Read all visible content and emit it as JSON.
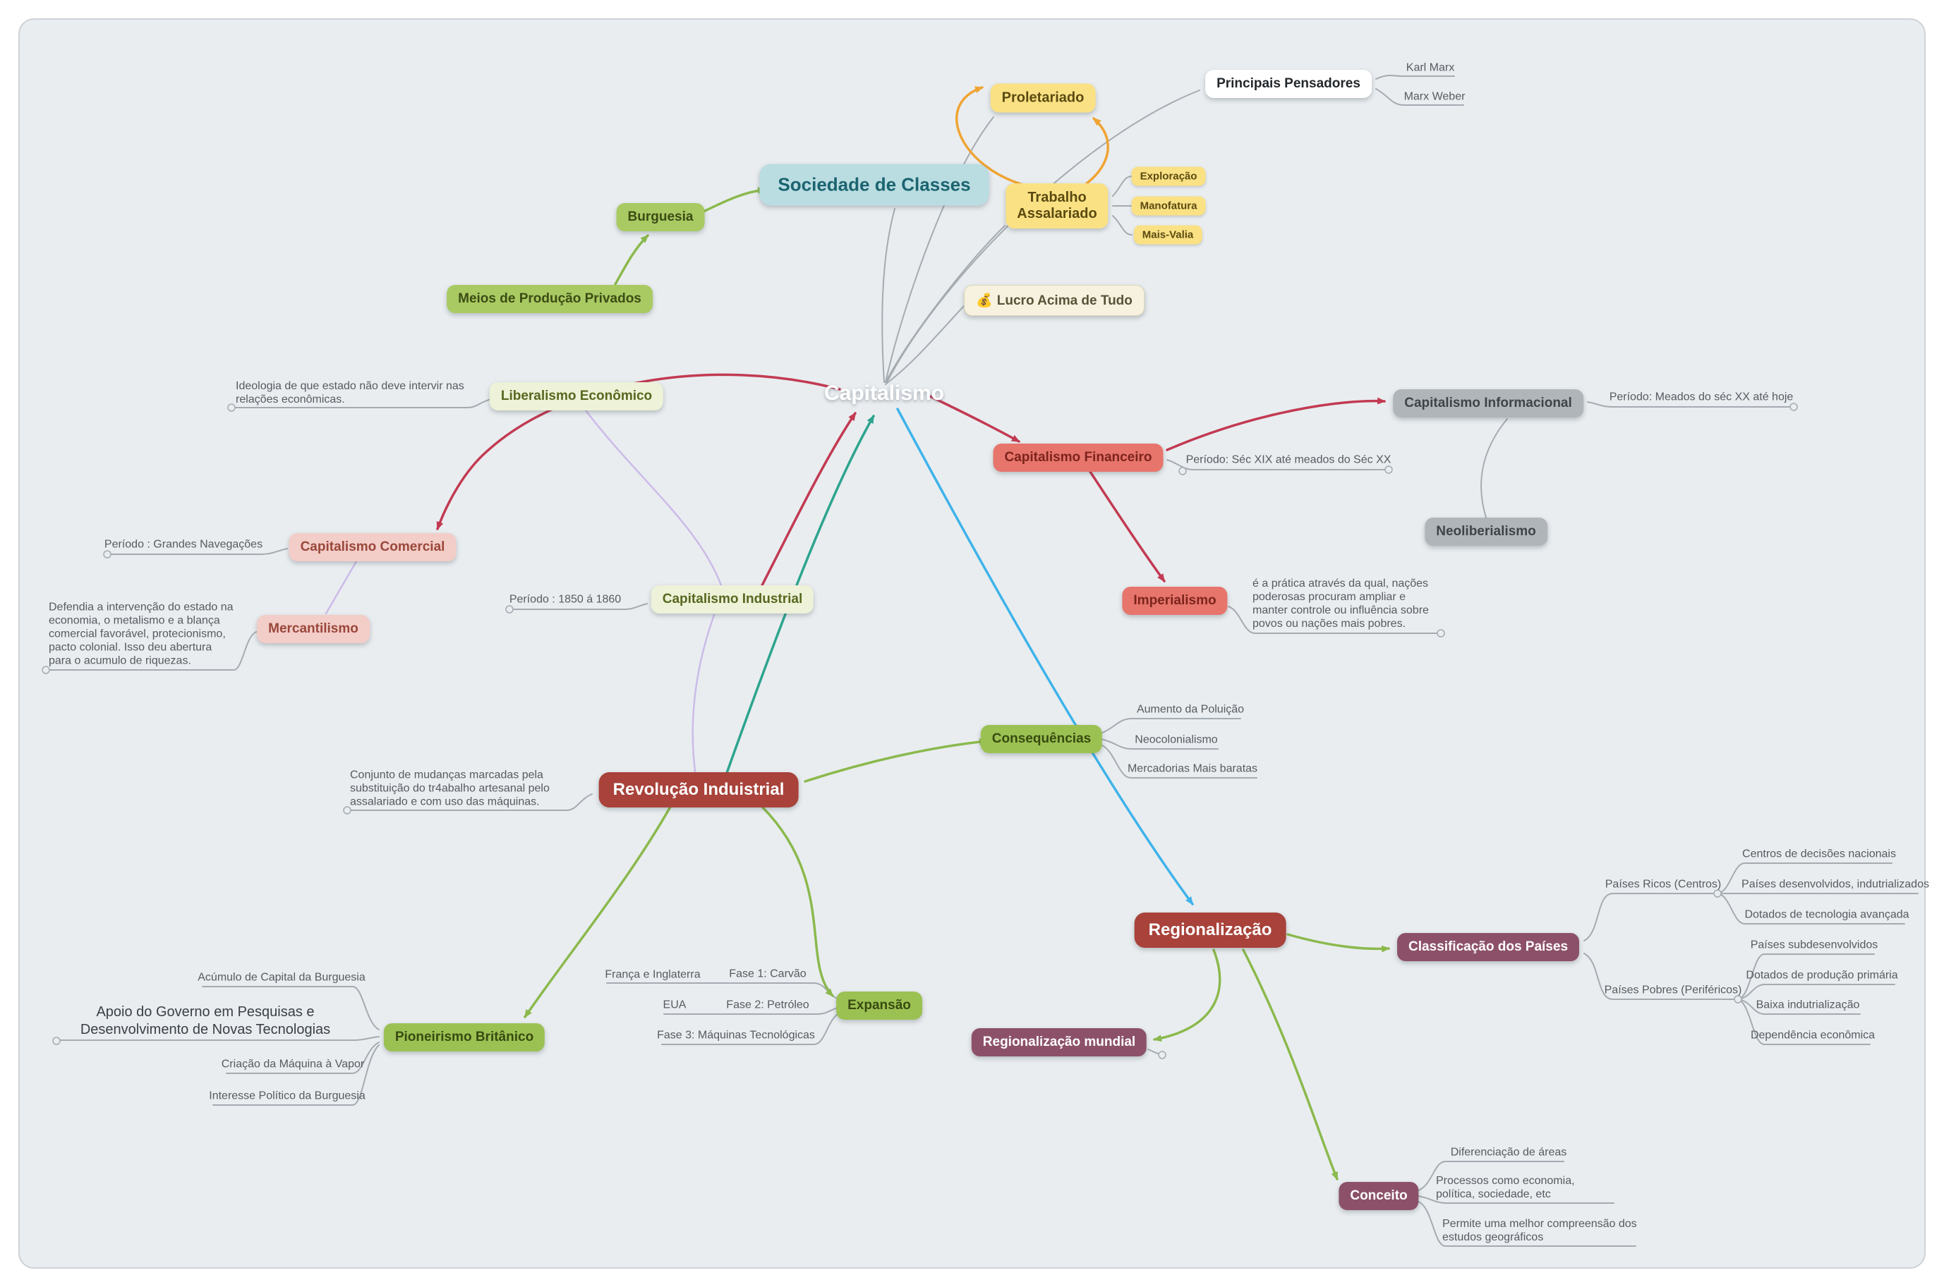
{
  "palette": {
    "gray_edge": "#a4abb1",
    "orange": "#f0a433",
    "green": "#8bb94d",
    "crimson": "#c23a52",
    "lavender": "#ccbbe8",
    "teal": "#2da48e",
    "blue": "#3fb3ea",
    "panel_bg": "#e9edf0",
    "panel_border": "#ccd2d7"
  },
  "node_styles": {
    "root": {
      "fg": "#ffffff"
    },
    "teal-lg": {
      "bg": "#badde2",
      "fg": "#1b6470"
    },
    "yellow": {
      "bg": "#fae184",
      "fg": "#5b4a10"
    },
    "yellow-sm": {
      "bg": "#fae184",
      "fg": "#5b4a10"
    },
    "white": {
      "bg": "#ffffff",
      "fg": "#22272b"
    },
    "green": {
      "bg": "#a9ca62",
      "fg": "#3b4c14"
    },
    "cream": {
      "bg": "#f7f2df",
      "fg": "#585338",
      "border": "#ded7ba"
    },
    "palegreen": {
      "bg": "#edf2d8",
      "fg": "#57671f"
    },
    "salmon": {
      "bg": "#e7756c",
      "fg": "#7c241c"
    },
    "graybox": {
      "bg": "#b0b5b9",
      "fg": "#3e4448"
    },
    "rose": {
      "bg": "#f3cdc8",
      "fg": "#9a473a"
    },
    "brightgreen": {
      "bg": "#9cc153",
      "fg": "#374b10"
    },
    "darkred-lg": {
      "bg": "#a8423a",
      "fg": "#ffffff"
    },
    "plum": {
      "bg": "#8c5169",
      "fg": "#ffffff"
    },
    "note": {
      "fg": "#565b60"
    },
    "note-strong": {
      "fg": "#3a4047"
    }
  },
  "nodes": [
    {
      "id": "root",
      "kind": "root",
      "label": "Capitalismo"
    },
    {
      "id": "sociedade",
      "kind": "teal-lg",
      "label": "Sociedade de Classes"
    },
    {
      "id": "proletariado",
      "kind": "yellow",
      "label": "Proletariado"
    },
    {
      "id": "pensadores",
      "kind": "white",
      "label": "Principais Pensadores"
    },
    {
      "id": "karl-marx",
      "kind": "note",
      "label": "Karl Marx"
    },
    {
      "id": "marx-weber",
      "kind": "note",
      "label": "Marx Weber"
    },
    {
      "id": "trabalho",
      "kind": "yellow",
      "label": "Trabalho\nAssalariado"
    },
    {
      "id": "exploracao",
      "kind": "yellow-sm",
      "label": "Exploração"
    },
    {
      "id": "manofatura",
      "kind": "yellow-sm",
      "label": "Manofatura"
    },
    {
      "id": "mais-valia",
      "kind": "yellow-sm",
      "label": "Mais-Valia"
    },
    {
      "id": "burguesia",
      "kind": "green",
      "label": "Burguesia"
    },
    {
      "id": "meios",
      "kind": "green",
      "label": "Meios de Produção Privados"
    },
    {
      "id": "lucro",
      "kind": "cream",
      "icon": "💰",
      "label": "Lucro Acima de Tudo"
    },
    {
      "id": "liberalismo",
      "kind": "palegreen",
      "label": "Liberalismo Econômico"
    },
    {
      "id": "liberalismo-note",
      "kind": "note",
      "label": "Ideologia de que estado não deve intervir nas relações econômicas."
    },
    {
      "id": "cap-financeiro",
      "kind": "salmon",
      "label": "Capitalismo Financeiro"
    },
    {
      "id": "cap-financeiro-note",
      "kind": "note",
      "label": "Período: Séc XIX até meados do Séc XX"
    },
    {
      "id": "cap-informacional",
      "kind": "graybox",
      "label": "Capitalismo Informacional"
    },
    {
      "id": "cap-informacional-note",
      "kind": "note",
      "label": "Período: Meados do séc XX até hoje"
    },
    {
      "id": "neoliberalismo",
      "kind": "graybox",
      "label": "Neoliberialismo"
    },
    {
      "id": "cap-comercial",
      "kind": "rose",
      "label": "Capitalismo Comercial"
    },
    {
      "id": "cap-comercial-note",
      "kind": "note",
      "label": "Período : Grandes Navegações"
    },
    {
      "id": "mercantilismo",
      "kind": "rose",
      "label": "Mercantilismo"
    },
    {
      "id": "mercantilismo-note",
      "kind": "note",
      "label": "Defendia a intervenção do estado na economia, o metalismo e a blança comercial favorável, protecionismo, pacto colonial. Isso deu abertura para o acumulo de riquezas."
    },
    {
      "id": "cap-industrial",
      "kind": "palegreen",
      "label": "Capitalismo Industrial"
    },
    {
      "id": "cap-industrial-note",
      "kind": "note",
      "label": "Período : 1850 á 1860"
    },
    {
      "id": "imperialismo",
      "kind": "salmon",
      "label": "Imperialismo"
    },
    {
      "id": "imperialismo-note",
      "kind": "note",
      "label": "é a prática através da qual, nações poderosas procuram ampliar e manter controle ou influência sobre povos ou nações mais pobres."
    },
    {
      "id": "consequencias",
      "kind": "brightgreen",
      "label": "Consequências"
    },
    {
      "id": "consequencia-1",
      "kind": "note",
      "label": "Aumento da Poluição"
    },
    {
      "id": "consequencia-2",
      "kind": "note",
      "label": "Neocolonialismo"
    },
    {
      "id": "consequencia-3",
      "kind": "note",
      "label": "Mercadorias Mais baratas"
    },
    {
      "id": "revolucao",
      "kind": "darkred-lg",
      "label": "Revolução Induistrial"
    },
    {
      "id": "revolucao-note",
      "kind": "note",
      "label": "Conjunto de mudanças marcadas pela substituição do tr4abalho artesanal pelo assalariado e com uso das máquinas."
    },
    {
      "id": "pioneirismo",
      "kind": "brightgreen",
      "label": "Pioneirismo Britânico"
    },
    {
      "id": "pioneirismo-1",
      "kind": "note",
      "label": "Acúmulo de Capital da Burguesia"
    },
    {
      "id": "pioneirismo-2",
      "kind": "note-strong",
      "label": "Apoio do Governo em Pesquisas e Desenvolvimento de Novas Tecnologias"
    },
    {
      "id": "pioneirismo-3",
      "kind": "note",
      "label": "Criação da Máquina à Vapor"
    },
    {
      "id": "pioneirismo-4",
      "kind": "note",
      "label": "Interesse Político da Burguesia"
    },
    {
      "id": "expansao",
      "kind": "brightgreen",
      "label": "Expansão"
    },
    {
      "id": "expansao-fase1-detail",
      "kind": "note",
      "label": "França e Inglaterra"
    },
    {
      "id": "expansao-fase1",
      "kind": "note",
      "label": "Fase 1: Carvão"
    },
    {
      "id": "expansao-fase2-detail",
      "kind": "note",
      "label": "EUA"
    },
    {
      "id": "expansao-fase2",
      "kind": "note",
      "label": "Fase 2: Petróleo"
    },
    {
      "id": "expansao-fase3",
      "kind": "note",
      "label": "Fase 3: Máquinas Tecnológicas"
    },
    {
      "id": "regionalizacao",
      "kind": "darkred-lg",
      "label": "Regionalização"
    },
    {
      "id": "classificacao",
      "kind": "plum",
      "label": "Classificação dos Países"
    },
    {
      "id": "paises-ricos",
      "kind": "note",
      "label": "Países Ricos (Centros)"
    },
    {
      "id": "ricos-1",
      "kind": "note",
      "label": "Centros de decisões nacionais"
    },
    {
      "id": "ricos-2",
      "kind": "note",
      "label": "Países desenvolvidos, indutrializados"
    },
    {
      "id": "ricos-3",
      "kind": "note",
      "label": "Dotados de tecnologia avançada"
    },
    {
      "id": "paises-pobres",
      "kind": "note",
      "label": "Países Pobres (Periféricos)"
    },
    {
      "id": "pobres-1",
      "kind": "note",
      "label": "Países subdesenvolvidos"
    },
    {
      "id": "pobres-2",
      "kind": "note",
      "label": "Dotados de produção primária"
    },
    {
      "id": "pobres-3",
      "kind": "note",
      "label": "Baixa indutrialização"
    },
    {
      "id": "pobres-4",
      "kind": "note",
      "label": "Dependência econômica"
    },
    {
      "id": "reg-mundial",
      "kind": "plum",
      "label": "Regionalização mundial"
    },
    {
      "id": "conceito",
      "kind": "plum",
      "label": "Conceito"
    },
    {
      "id": "conceito-1",
      "kind": "note",
      "label": "Diferenciação de áreas"
    },
    {
      "id": "conceito-2",
      "kind": "note",
      "label": "Processos como economia, política, sociedade, etc"
    },
    {
      "id": "conceito-3",
      "kind": "note",
      "label": "Permite uma melhor compreensão dos estudos geográficos"
    }
  ]
}
